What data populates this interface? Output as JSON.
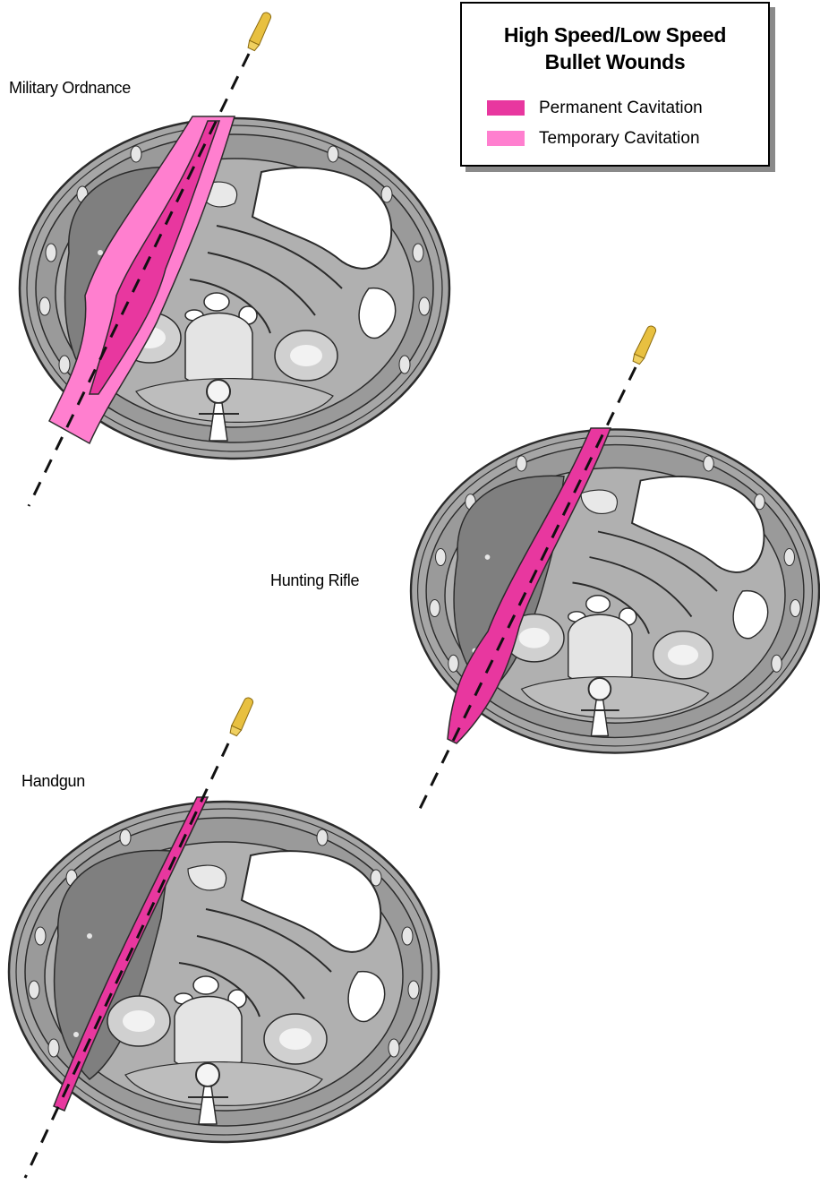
{
  "legend": {
    "title_line1": "High Speed/Low Speed",
    "title_line2": "Bullet Wounds",
    "items": [
      {
        "label": "Permanent Cavitation",
        "color": "#e8379f"
      },
      {
        "label": "Temporary Cavitation",
        "color": "#ff7fcf"
      }
    ]
  },
  "panels": [
    {
      "label": "Military Ordnance"
    },
    {
      "label": "Hunting Rifle"
    },
    {
      "label": "Handgun"
    }
  ],
  "colors": {
    "permanent": "#e8379f",
    "temporary": "#ff7fcf",
    "liver": "#7f7f7f",
    "tissue": "#a6a6a6",
    "muscle": "#bdbdbd",
    "outline": "#2b2b2b",
    "bullet": "#e8c040"
  },
  "icons": [
    "bullet-icon",
    "trajectory-line",
    "abdomen-cross-section"
  ]
}
